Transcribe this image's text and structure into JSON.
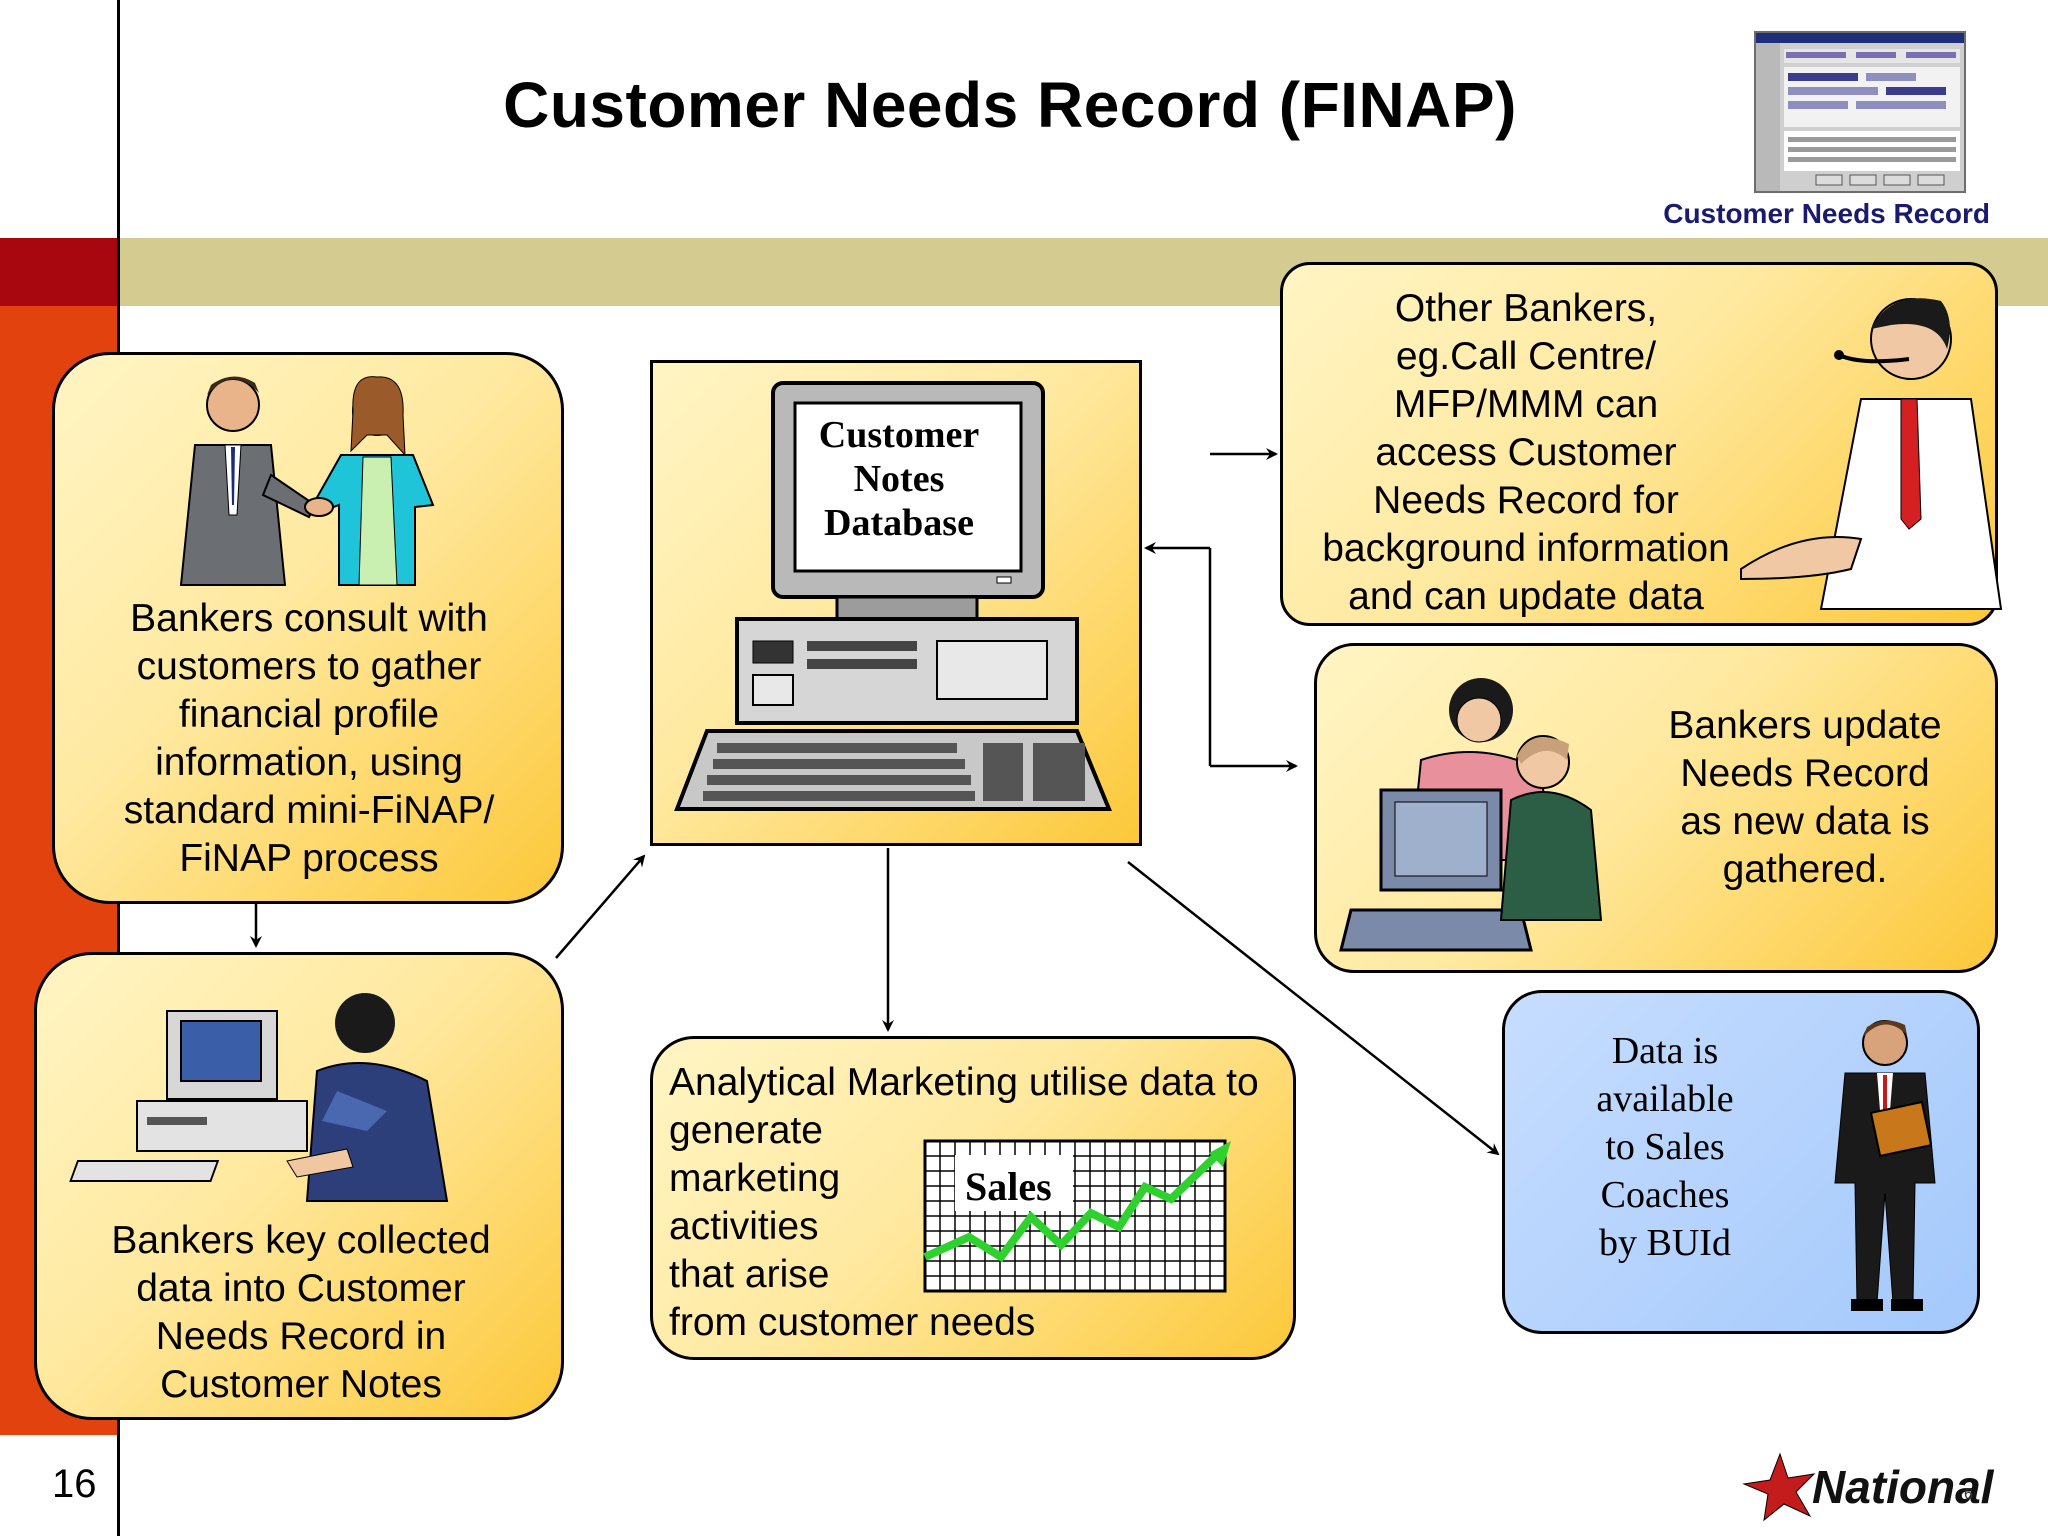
{
  "slide": {
    "title": "Customer Needs Record (FINAP)",
    "thumbnail_caption": "Customer Needs Record",
    "page_number": "16",
    "logo_text": "National",
    "corner_mark": "6"
  },
  "nodes": {
    "consult": "Bankers consult with\ncustomers to gather\nfinancial profile\ninformation, using\nstandard mini-FiNAP/\nFiNAP process",
    "key_data": "Bankers key collected\ndata into Customer\nNeeds Record in\nCustomer Notes",
    "database": "Customer\nNotes\nDatabase",
    "other_bankers": "Other Bankers,\neg.Call Centre/\nMFP/MMM can\naccess Customer\nNeeds Record for\nbackground information\nand can update data",
    "update": "Bankers update\nNeeds Record\nas new data is\ngathered.",
    "analytics": "Analytical Marketing utilise data to\ngenerate\nmarketing\nactivities\nthat arise\nfrom customer needs",
    "sales_chart_label": "Sales",
    "coaches": "Data is\navailable\nto Sales\nCoaches\nby BUId"
  },
  "colors": {
    "accent_red": "#e2420d",
    "dark_red": "#a8070f",
    "tan_band": "#d4cb90",
    "card_yellow": "#fcc839",
    "card_blue": "#a4c9fb",
    "caption_navy": "#1a1a6e"
  }
}
